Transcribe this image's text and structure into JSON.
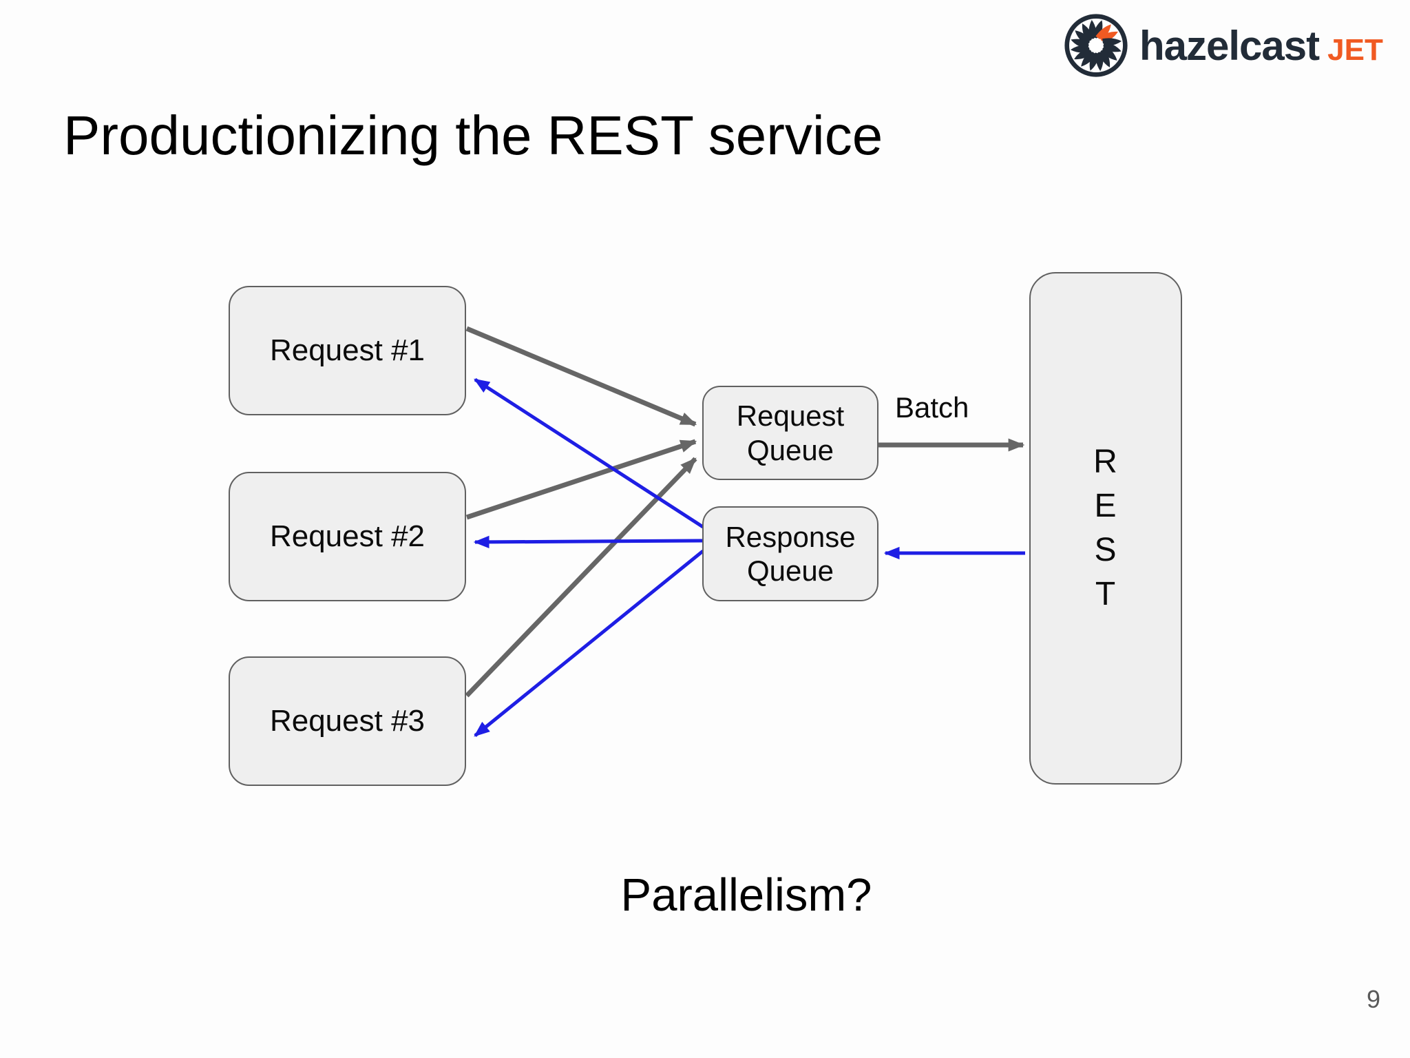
{
  "slide": {
    "title": "Productionizing the REST service",
    "caption": "Parallelism?",
    "page_number": "9"
  },
  "logo": {
    "icon": "turbine-icon",
    "brand": "hazelcast",
    "product": "JET",
    "colors": {
      "navy": "#222c38",
      "orange": "#f05a22"
    }
  },
  "diagram": {
    "nodes": {
      "request1": {
        "label": "Request #1"
      },
      "request2": {
        "label": "Request #2"
      },
      "request3": {
        "label": "Request #3"
      },
      "request_queue": {
        "line1": "Request",
        "line2": "Queue"
      },
      "response_queue": {
        "line1": "Response",
        "line2": "Queue"
      },
      "rest": {
        "letters": [
          "R",
          "E",
          "S",
          "T"
        ]
      }
    },
    "edge_labels": {
      "batch": "Batch"
    },
    "colors": {
      "request_arrow": "#666666",
      "response_arrow": "#1e1ee4",
      "node_fill": "#efefef",
      "node_border": "#606060"
    }
  }
}
